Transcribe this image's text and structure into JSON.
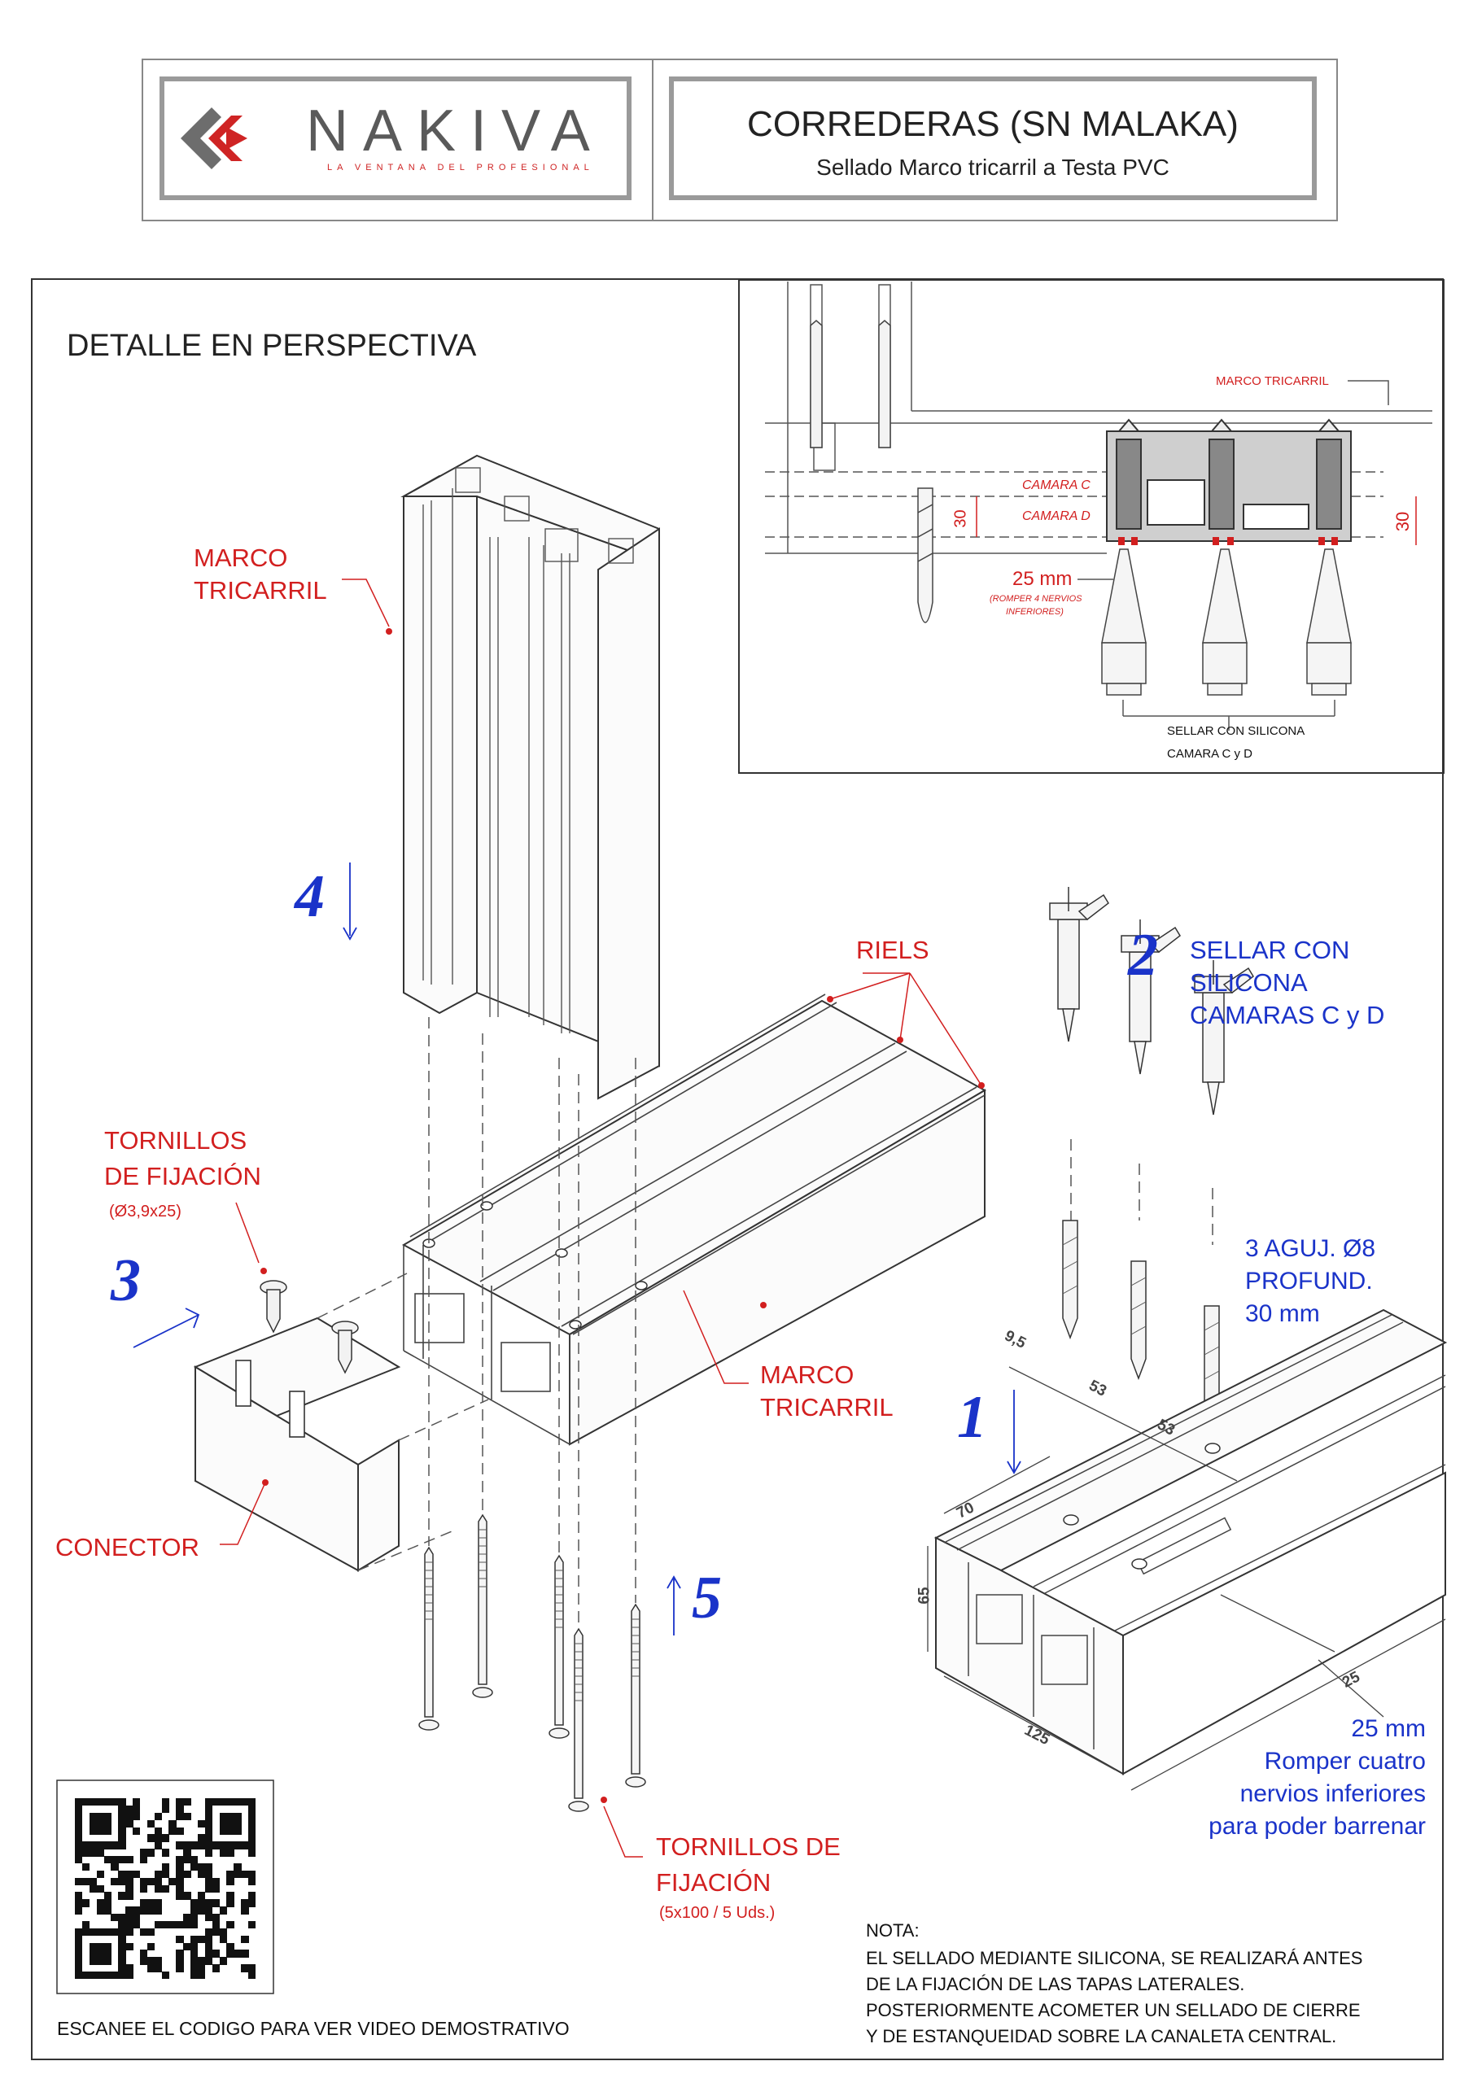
{
  "header": {
    "brand_name": "NAKIVA",
    "brand_tagline": "LA VENTANA DEL PROFESIONAL",
    "title": "CORREDERAS (SN MALAKA)",
    "subtitle": "Sellado Marco tricarril a Testa PVC"
  },
  "section_title": "DETALLE EN PERSPECTIVA",
  "labels": {
    "marco_tricarril_top_1": "MARCO",
    "marco_tricarril_top_2": "TRICARRIL",
    "riels": "RIELS",
    "sellar_1": "SELLAR CON",
    "sellar_2": "SILICONA",
    "sellar_3": "CAMARAS C y D",
    "tornillos_1": "TORNILLOS",
    "tornillos_2": "DE FIJACIÓN",
    "tornillos_spec": "(Ø3,9x25)",
    "marco_mid_1": "MARCO",
    "marco_mid_2": "TRICARRIL",
    "conector": "CONECTOR",
    "aguj_1": "3 AGUJ. Ø8",
    "aguj_2": "PROFUND.",
    "aguj_3": "30 mm",
    "romper_1": "25 mm",
    "romper_2": "Romper cuatro",
    "romper_3": "nervios inferiores",
    "romper_4": "para poder barrenar",
    "tornillos_b_1": "TORNILLOS DE",
    "tornillos_b_2": "FIJACIÓN",
    "tornillos_b_spec": "(5x100 / 5 Uds.)",
    "qr_caption": "ESCANEE EL CODIGO PARA VER VIDEO DEMOSTRATIVO"
  },
  "steps": [
    "1",
    "2",
    "3",
    "4",
    "5"
  ],
  "dimensions": {
    "d95": "9,5",
    "d53a": "53",
    "d53b": "53",
    "d70": "70",
    "d65": "65",
    "d25": "25",
    "d125": "125"
  },
  "inset": {
    "marco": "MARCO TRICARRIL",
    "camara_c": "CAMARA C",
    "camara_d": "CAMARA D",
    "dim_30_left": "30",
    "dim_30_right": "30",
    "mm25": "25 mm",
    "romper_1": "(ROMPER 4 NERVIOS",
    "romper_2": "INFERIORES)",
    "sellar_1": "SELLAR CON SILICONA",
    "sellar_2": "CAMARA C y D"
  },
  "nota": {
    "heading": "NOTA:",
    "lines": [
      "EL SELLADO MEDIANTE SILICONA, SE REALIZARÁ ANTES",
      "DE LA FIJACIÓN DE LAS TAPAS LATERALES.",
      "POSTERIORMENTE ACOMETER UN SELLADO DE CIERRE",
      "Y DE ESTANQUEIDAD SOBRE LA CANALETA CENTRAL."
    ]
  },
  "colors": {
    "accent_red": "#d21f1f",
    "accent_blue": "#1a33c9",
    "line_gray": "#555555"
  }
}
